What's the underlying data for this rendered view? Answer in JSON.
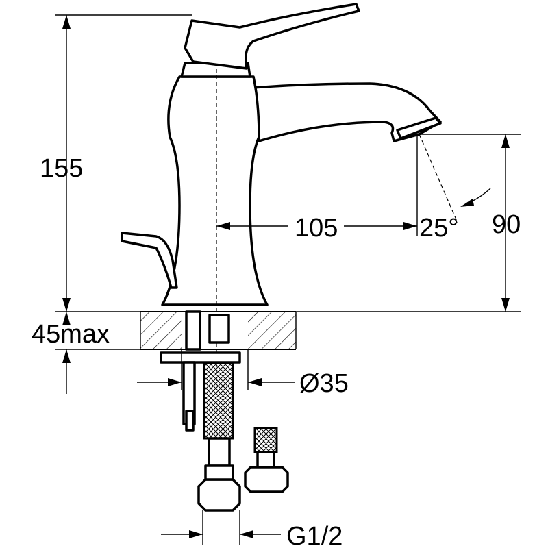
{
  "dimensions": {
    "height_total": "155",
    "spout_height": "90",
    "spout_reach": "105",
    "spout_angle": "25°",
    "deck_thickness": "45max",
    "hole_diameter": "Ø35",
    "connection_thread": "G1/2"
  }
}
